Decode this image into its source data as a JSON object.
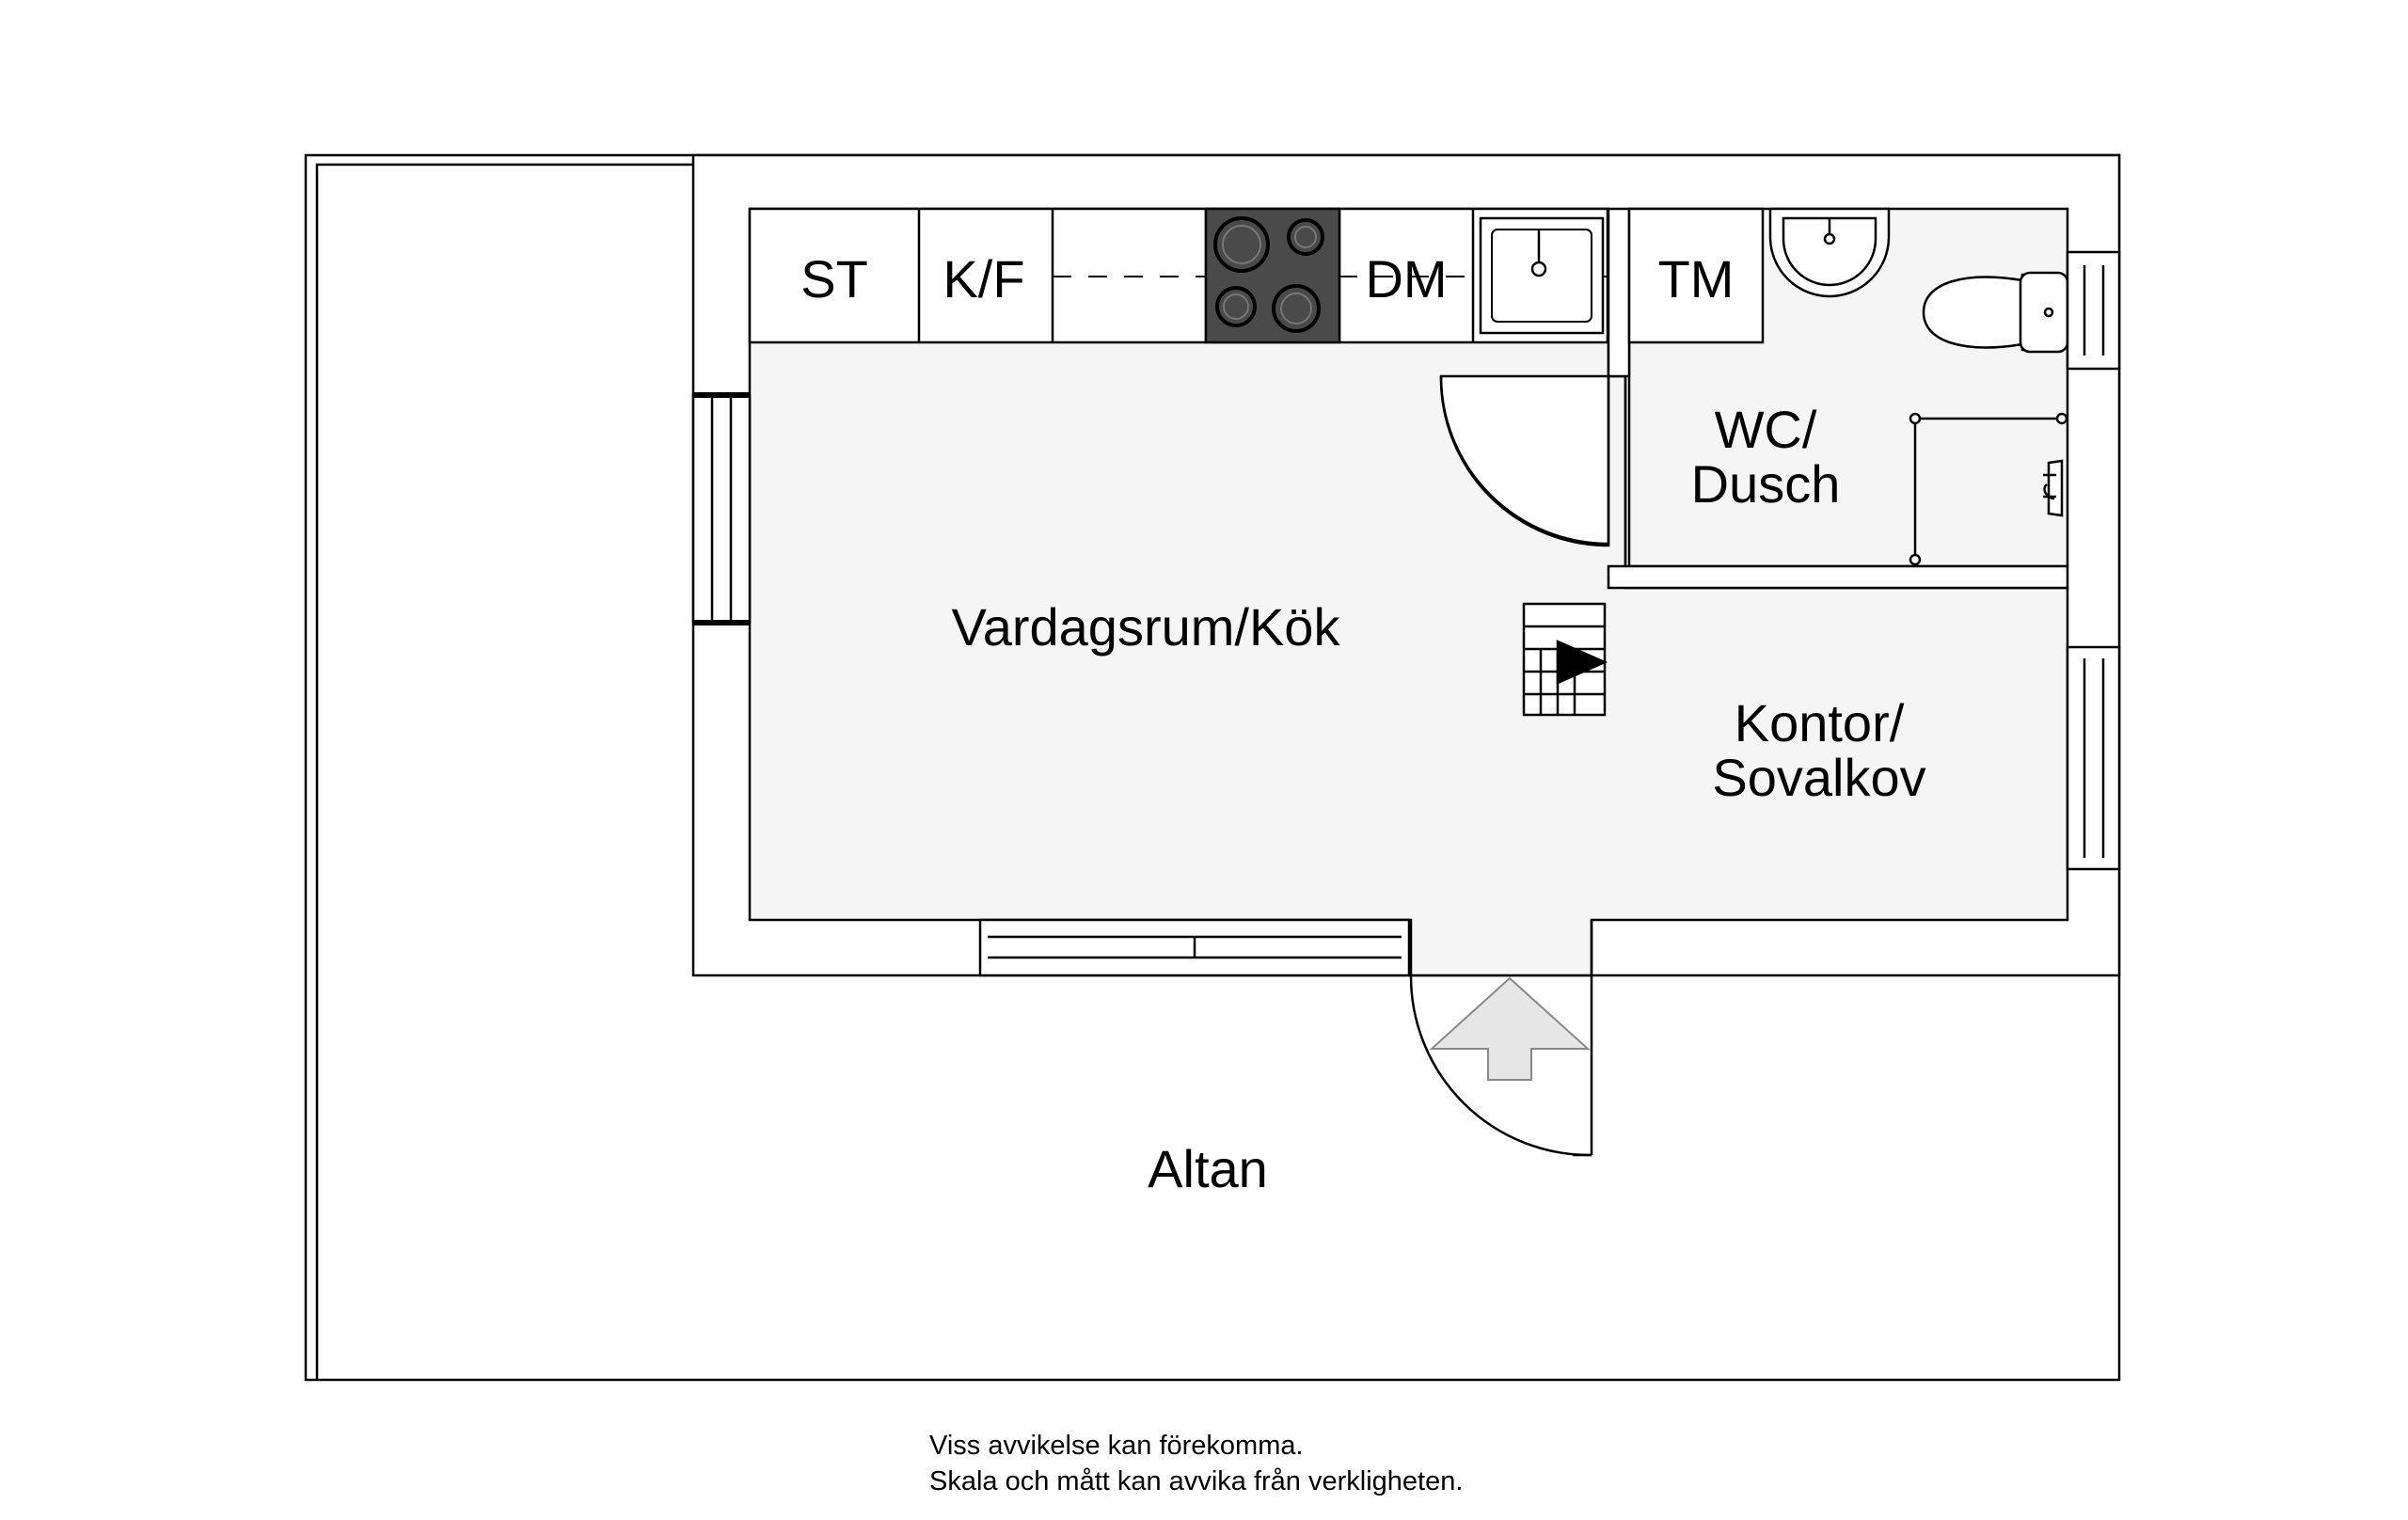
{
  "rooms": {
    "living_kitchen": "Vardagsrum/Kök",
    "wc_line1": "WC/",
    "wc_line2": "Dusch",
    "office_line1": "Kontor/",
    "office_line2": "Sovalkov",
    "deck": "Altan"
  },
  "fixtures": {
    "st": "ST",
    "kf": "K/F",
    "dm": "DM",
    "tm": "TM"
  },
  "notes": {
    "line1": "Viss avvikelse kan förekomma.",
    "line2": "Skala och mått kan avvika från verkligheten."
  },
  "colors": {
    "floor": "#f5f5f5",
    "wall": "#000000",
    "stove": "#4a4a4a",
    "entry_arrow": "#e6e6e6"
  }
}
